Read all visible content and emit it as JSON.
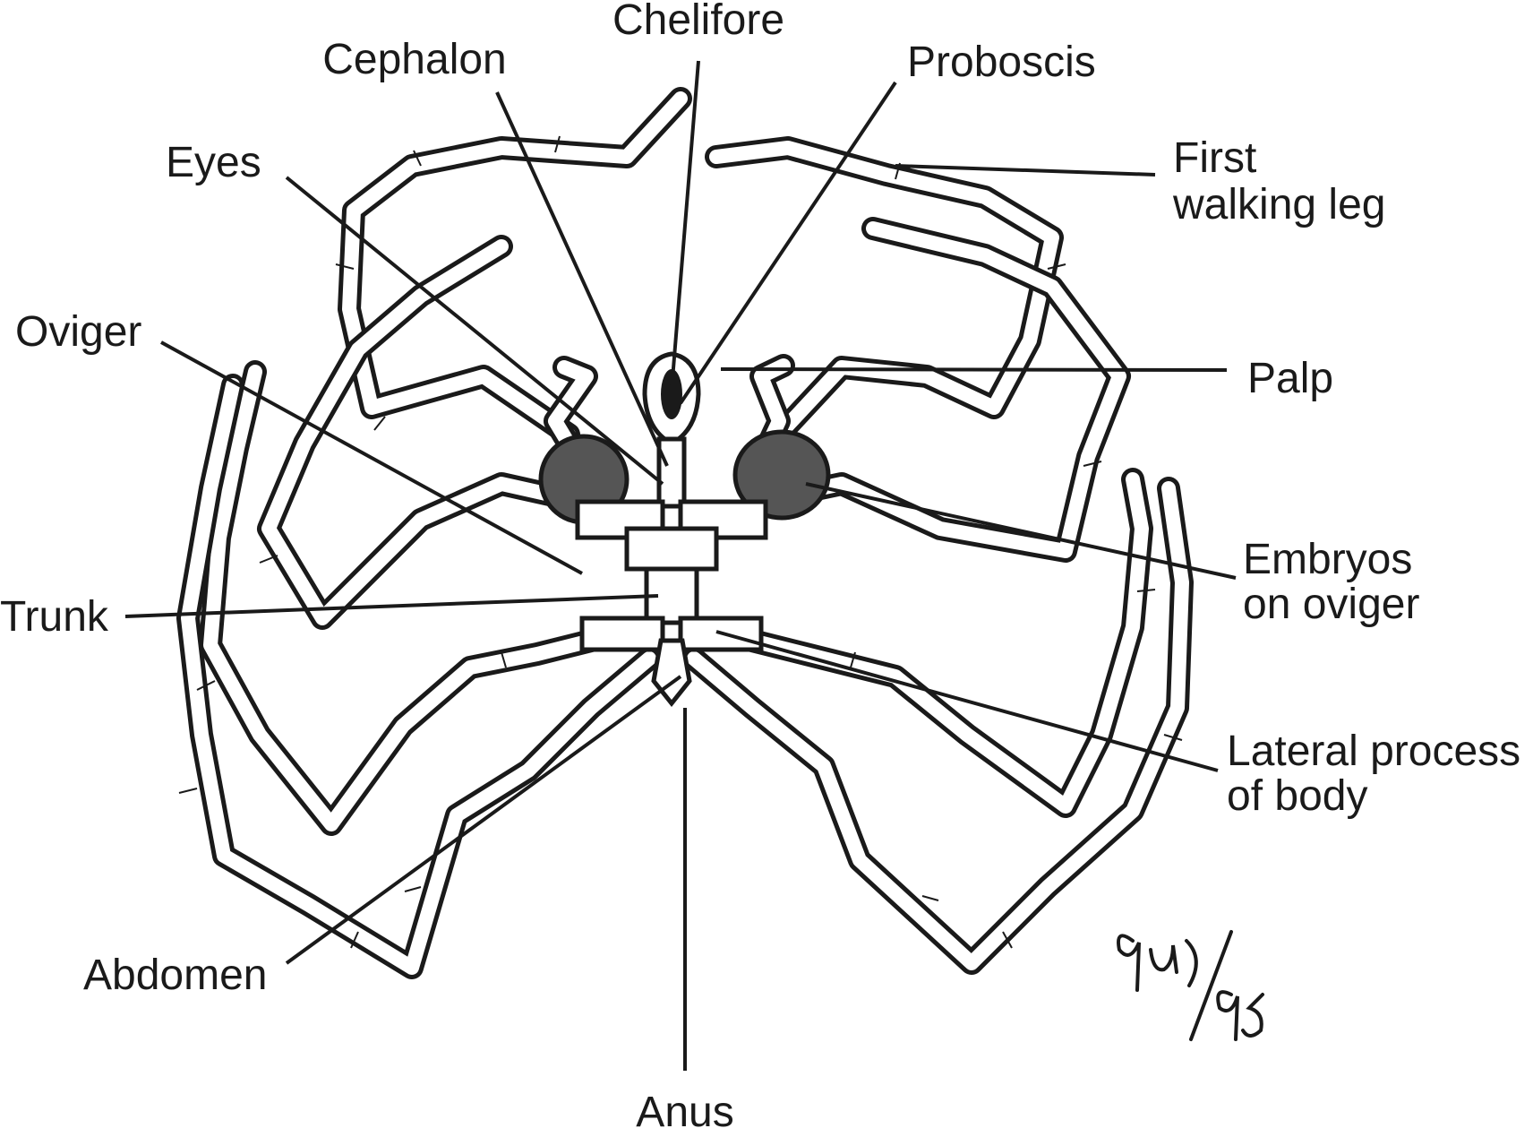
{
  "labels": {
    "chelifore": "Chelifore",
    "cephalon": "Cephalon",
    "proboscis": "Proboscis",
    "eyes": "Eyes",
    "first_walking_leg_line1": "First",
    "first_walking_leg_line2": "walking leg",
    "oviger": "Oviger",
    "palp": "Palp",
    "trunk": "Trunk",
    "embryos_line1": "Embryos",
    "embryos_line2": "on oviger",
    "lateral_process_line1": "Lateral process",
    "lateral_process_line2": "of body",
    "abdomen": "Abdomen",
    "anus": "Anus"
  },
  "signature": "9u)/95",
  "colors": {
    "ink": "#1a1a1a",
    "paper": "#ffffff"
  }
}
